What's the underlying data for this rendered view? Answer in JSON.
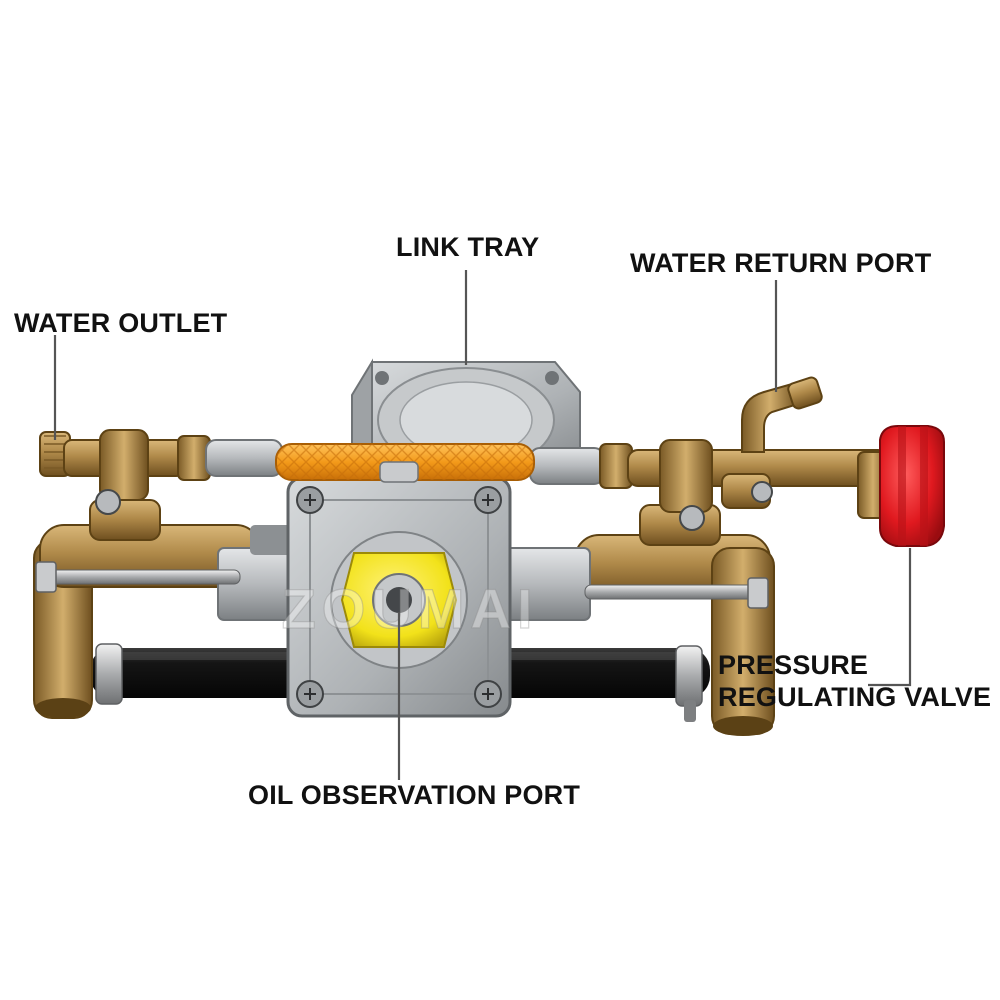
{
  "labels": {
    "link_tray": "LINK TRAY",
    "water_return_port": "WATER RETURN PORT",
    "water_outlet": "WATER OUTLET",
    "pressure_line1": "PRESSURE",
    "pressure_line2": "REGULATING VALVE",
    "oil_observation_port": "OIL OBSERVATION PORT"
  },
  "watermark": "ZOUMAI",
  "colors": {
    "brass": "#b08a4a",
    "brass_dark": "#7a5a26",
    "hose_orange": "#f39a1a",
    "knob_red": "#e0191f",
    "oil_cap_yellow": "#f2e21a",
    "body_silver": "#b9bcbf",
    "tube_black": "#141414"
  }
}
